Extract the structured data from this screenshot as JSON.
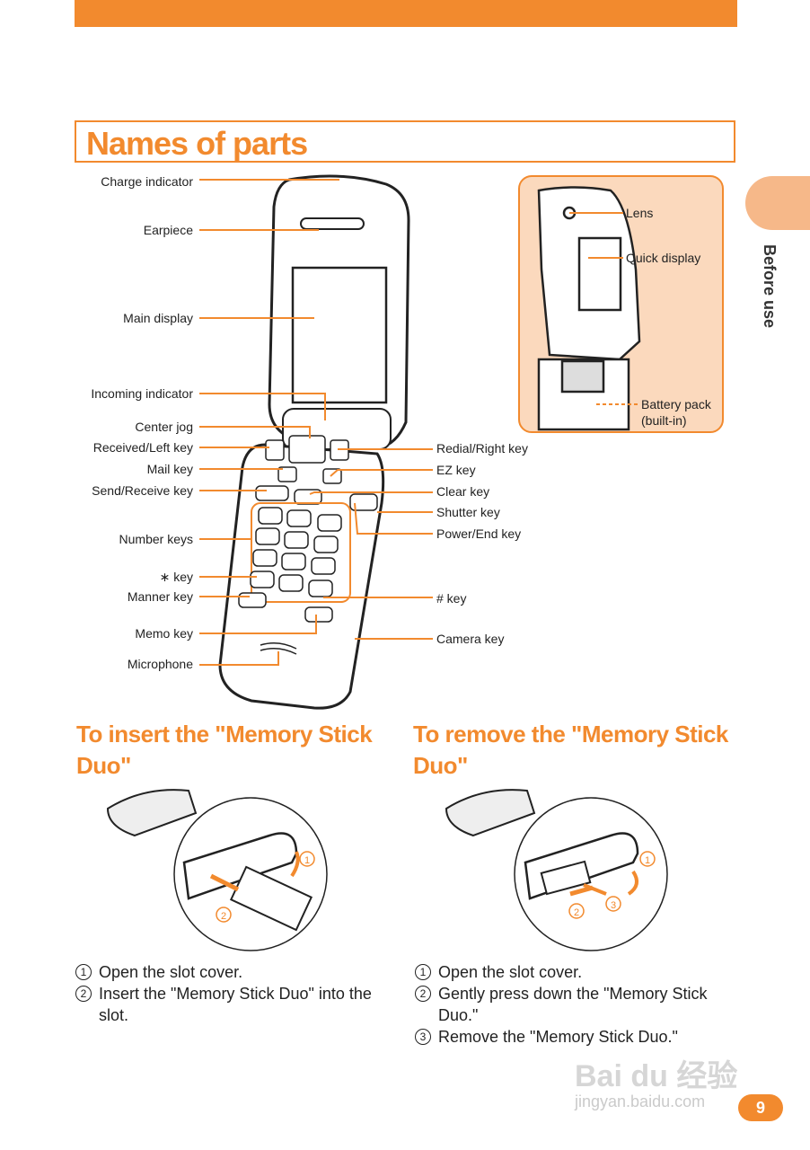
{
  "page": {
    "title": "Names of parts",
    "side_tab": "Before use",
    "page_number": "9"
  },
  "labels_left": [
    "Charge indicator",
    "Earpiece",
    "Main display",
    "Incoming indicator",
    "Center jog",
    "Received/Left key",
    "Mail key",
    "Send/Receive key",
    "Number keys",
    "∗ key",
    "Manner key",
    "Memo key",
    "Microphone"
  ],
  "labels_right": [
    "Redial/Right key",
    "EZ key",
    "Clear key",
    "Shutter key",
    "Power/End key",
    "# key",
    "Camera key"
  ],
  "inset": {
    "lens": "Lens",
    "quick_display": "Quick display",
    "battery_line1": "Battery pack",
    "battery_line2": "(built-in)"
  },
  "insert": {
    "heading_line1": "To insert the \"Memory Stick",
    "heading_line2": "Duo\"",
    "steps": [
      {
        "n": "1",
        "text": "Open the slot cover."
      },
      {
        "n": "2",
        "text": "Insert the \"Memory Stick Duo\" into the slot."
      }
    ]
  },
  "remove": {
    "heading_line1": "To remove the \"Memory Stick",
    "heading_line2": "Duo\"",
    "steps": [
      {
        "n": "1",
        "text": "Open the slot cover."
      },
      {
        "n": "2",
        "text": "Gently press down the \"Memory Stick Duo.\""
      },
      {
        "n": "3",
        "text": "Remove the \"Memory Stick Duo.\""
      }
    ]
  },
  "watermark": {
    "brand": "Bai du 经验",
    "url": "jingyan.baidu.com"
  },
  "colors": {
    "accent": "#f28a2e",
    "inset_fill": "#fbd9bd"
  }
}
